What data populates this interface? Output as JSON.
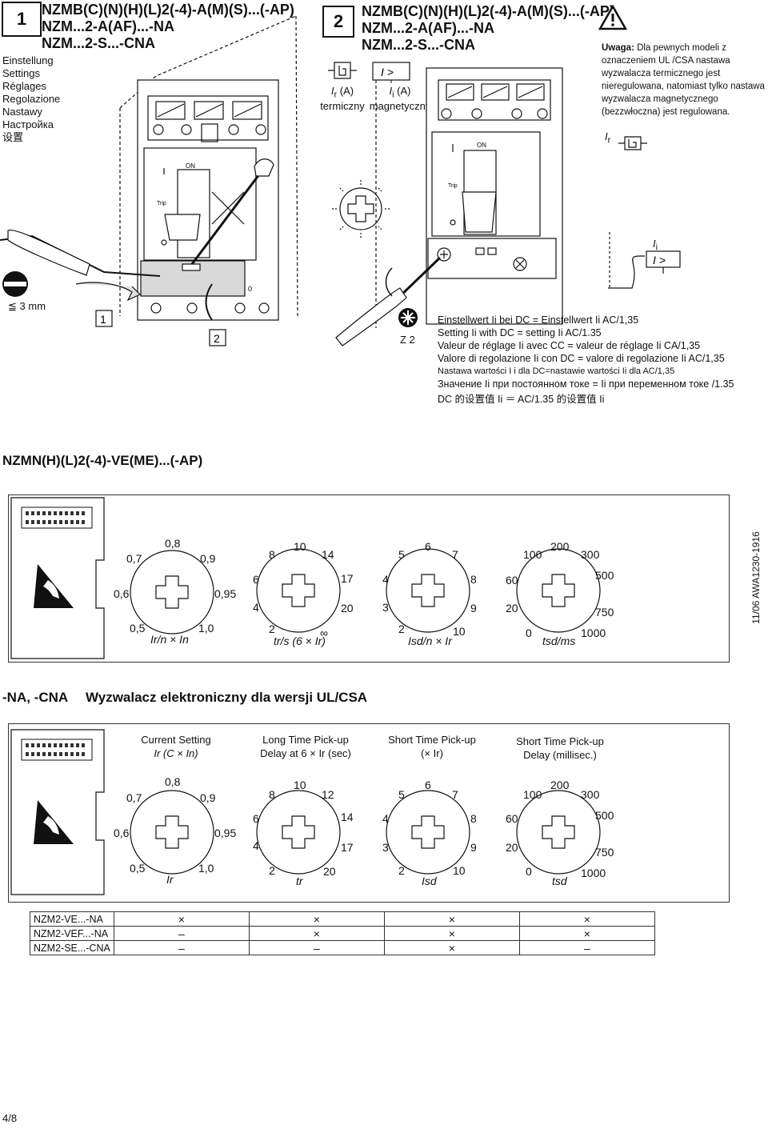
{
  "step1": {
    "badge": "1",
    "title_lines": [
      "NZMB(C)(N)(H)(L)2(-4)-A(M)(S)...(-AP)",
      "NZM...2-A(AF)...-NA",
      "NZM...2-S...-CNA"
    ],
    "languages": [
      "Einstellung",
      "Settings",
      "Réglages",
      "Regolazione",
      "Nastawy",
      "Настройка",
      "设置"
    ],
    "breaker": {
      "on": "ON",
      "trip": "Trip",
      "off": "0"
    },
    "screwdriver_size": "3 mm",
    "callout_1": "1",
    "callout_2": "2"
  },
  "step2": {
    "badge": "2",
    "title_lines": [
      "NZMB(C)(N)(H)(L)2(-4)-A(M)(S)...(-AP)",
      "NZM...2-A(AF)...-NA",
      "NZM...2-S...-CNA"
    ],
    "thermal": {
      "symbol": "I",
      "sub": "r",
      "unit": "(A)",
      "label": "termiczny"
    },
    "magnetic": {
      "box": "I >",
      "symbol": "I",
      "sub": "i",
      "unit": "(A)",
      "label": "magnetyczny"
    },
    "breaker": {
      "on": "ON",
      "trip": "Trip"
    },
    "z2": "Z 2"
  },
  "warning": {
    "title": "Uwaga:",
    "text": "Dla pewnych modeli z oznaczeniem UL /CSA nastawa wyzwalacza termicznego jest nieregulowana, natomiast tylko nastawa wyzwalacza magnetycznego (bezzwłoczna) jest regulowana.",
    "ir_label": "I",
    "ir_sub": "r",
    "ii_label": "I",
    "ii_sub": "i",
    "ii_box": "I >"
  },
  "dc_settings": [
    "Einstellwert Ii bei DC = Einstellwert Ii AC/1,35",
    "Setting Ii with DC = setting Ii AC/1.35",
    "Valeur de réglage Ii avec CC = valeur de réglage Ii CA/1,35",
    "Valore di regolazione Ii con DC = valore di regolazione Ii AC/1,35",
    "Nastawa wartości I i dla DC=nastawie wartości Ii dla AC/1,35",
    "Значение Ii при постоянном токе = Ii при переменном токе /1.35",
    "DC 的设置值 Ii ＝ AC/1.35 的设置值 Ii"
  ],
  "section_ve": {
    "title": "NZMN(H)(L)2(-4)-VE(ME)...(-AP)",
    "doc_code": "11/06 AWA1230-1916",
    "dials": [
      {
        "ticks": [
          "0,5",
          "0,6",
          "0,7",
          "0,8",
          "0,9",
          "0,95",
          "1,0"
        ],
        "label": "Ir/n × In"
      },
      {
        "ticks": [
          "2",
          "4",
          "6",
          "8",
          "10",
          "14",
          "17",
          "20",
          "∞"
        ],
        "label": "tr/s (6 × Ir)"
      },
      {
        "ticks": [
          "2",
          "3",
          "4",
          "5",
          "6",
          "7",
          "8",
          "9",
          "10"
        ],
        "label": "Isd/n × Ir"
      },
      {
        "ticks": [
          "0",
          "20",
          "60",
          "100",
          "200",
          "300",
          "500",
          "750",
          "1000"
        ],
        "label": "tsd/ms"
      }
    ]
  },
  "section_na": {
    "prefix": "-NA, -CNA",
    "title": "Wyzwalacz elektroniczny dla wersji UL/CSA",
    "headers": [
      [
        "Current Setting",
        "Ir (C × In)"
      ],
      [
        "Long Time Pick-up",
        "Delay at 6 × Ir (sec)"
      ],
      [
        "Short Time Pick-up",
        "(× Ir)"
      ],
      [
        "Short Time Pick-up",
        "Delay (millisec.)"
      ]
    ],
    "dials": [
      {
        "ticks": [
          "0,5",
          "0,6",
          "0,7",
          "0,8",
          "0,9",
          "0,95",
          "1,0"
        ],
        "label": "Ir"
      },
      {
        "ticks": [
          "2",
          "4",
          "6",
          "8",
          "10",
          "12",
          "14",
          "17",
          "20"
        ],
        "label": "tr"
      },
      {
        "ticks": [
          "2",
          "3",
          "4",
          "5",
          "6",
          "7",
          "8",
          "9",
          "10"
        ],
        "label": "Isd"
      },
      {
        "ticks": [
          "0",
          "20",
          "60",
          "100",
          "200",
          "300",
          "500",
          "750",
          "1000"
        ],
        "label": "tsd"
      }
    ]
  },
  "variants": [
    {
      "name": "NZM2-VE...-NA",
      "marks": [
        "×",
        "×",
        "×",
        "×"
      ]
    },
    {
      "name": "NZM2-VEF...-NA",
      "marks": [
        "–",
        "×",
        "×",
        "×"
      ]
    },
    {
      "name": "NZM2-SE...-CNA",
      "marks": [
        "–",
        "–",
        "×",
        "–"
      ]
    }
  ],
  "page_number": "4/8"
}
